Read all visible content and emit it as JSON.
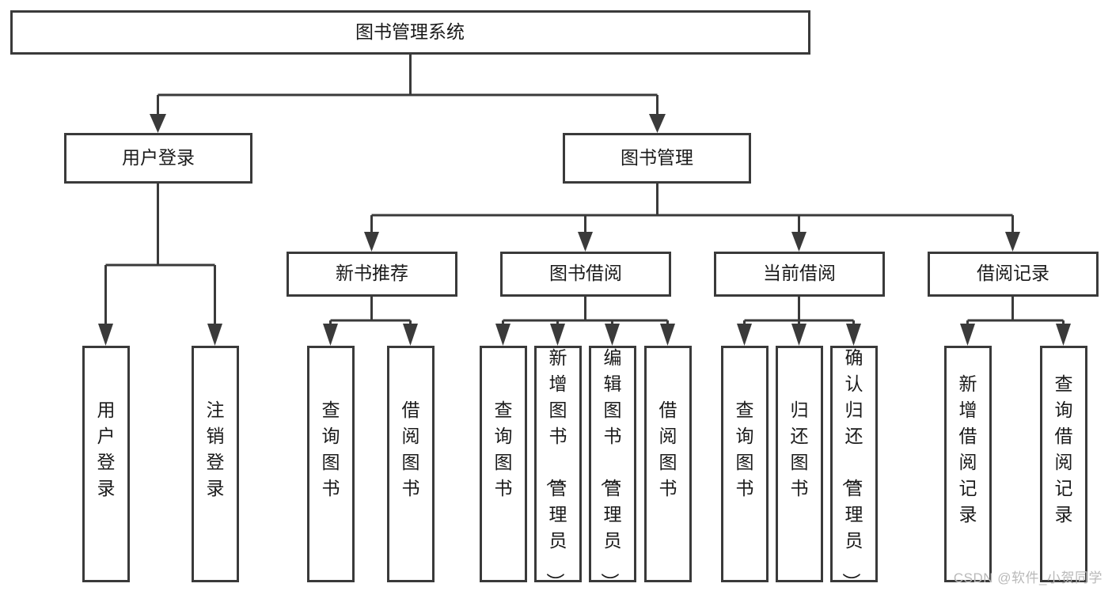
{
  "diagram": {
    "type": "tree-hierarchy",
    "title": "图书管理系统",
    "root": {
      "id": "root",
      "label": "图书管理系统",
      "orientation": "horizontal"
    },
    "level1": [
      {
        "id": "user-login",
        "label": "用户登录",
        "orientation": "horizontal"
      },
      {
        "id": "book-management",
        "label": "图书管理",
        "orientation": "horizontal"
      }
    ],
    "level2": [
      {
        "id": "new-book-recommend",
        "label": "新书推荐",
        "orientation": "horizontal",
        "parent": "book-management"
      },
      {
        "id": "book-borrow",
        "label": "图书借阅",
        "orientation": "horizontal",
        "parent": "book-management"
      },
      {
        "id": "current-borrow",
        "label": "当前借阅",
        "orientation": "horizontal",
        "parent": "book-management"
      },
      {
        "id": "borrow-record",
        "label": "借阅记录",
        "orientation": "horizontal",
        "parent": "book-management"
      }
    ],
    "leaves": {
      "user-login": [
        {
          "id": "leaf-user-login",
          "label": "用户登录",
          "orientation": "vertical"
        },
        {
          "id": "leaf-logout",
          "label": "注销登录",
          "orientation": "vertical"
        }
      ],
      "new-book-recommend": [
        {
          "id": "leaf-query-book-1",
          "label": "查询图书",
          "orientation": "vertical"
        },
        {
          "id": "leaf-borrow-book-1",
          "label": "借阅图书",
          "orientation": "vertical"
        }
      ],
      "book-borrow": [
        {
          "id": "leaf-query-book-2",
          "label": "查询图书",
          "orientation": "vertical"
        },
        {
          "id": "leaf-add-book",
          "label": "新增图书（管理员）",
          "orientation": "vertical"
        },
        {
          "id": "leaf-edit-book",
          "label": "编辑图书（管理员）",
          "orientation": "vertical"
        },
        {
          "id": "leaf-borrow-book-2",
          "label": "借阅图书",
          "orientation": "vertical"
        }
      ],
      "current-borrow": [
        {
          "id": "leaf-query-book-3",
          "label": "查询图书",
          "orientation": "vertical"
        },
        {
          "id": "leaf-return-book",
          "label": "归还图书",
          "orientation": "vertical"
        },
        {
          "id": "leaf-confirm-return",
          "label": "确认归还（管理员）",
          "orientation": "vertical"
        }
      ],
      "borrow-record": [
        {
          "id": "leaf-add-record",
          "label": "新增借阅记录",
          "orientation": "vertical"
        },
        {
          "id": "leaf-query-record",
          "label": "查询借阅记录",
          "orientation": "vertical"
        }
      ]
    }
  },
  "colors": {
    "background": "#ffffff",
    "box_fill": "#ffffff",
    "box_stroke": "#3a3a3a",
    "connector": "#3a3a3a",
    "text": "#1a1a1a",
    "watermark": "#b9b9b9"
  },
  "watermark": {
    "text": "CSDN @软件_小贺同学"
  }
}
